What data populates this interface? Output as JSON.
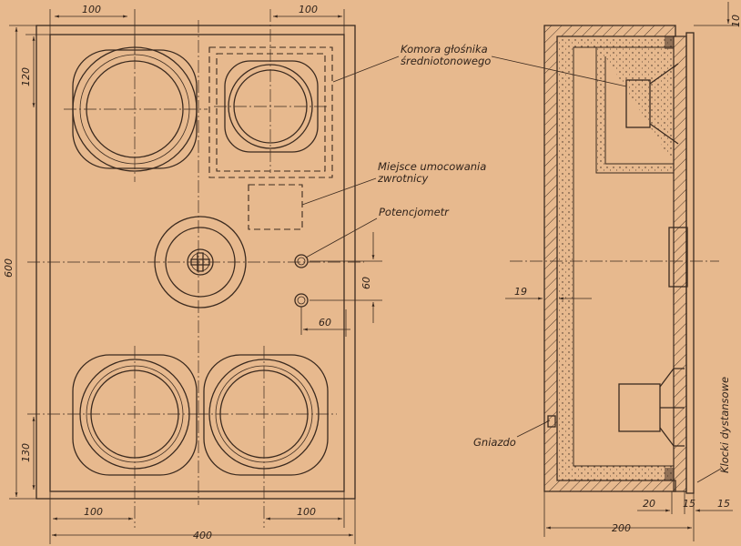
{
  "colors": {
    "paper": "#e7b98e",
    "ink": "#3b2a1f"
  },
  "labels": {
    "mid_chamber": [
      "Komora głośnika",
      "średniotonowego"
    ],
    "crossover": [
      "Miejsce umocowania",
      "zwrotnicy"
    ],
    "potentiometer": "Potencjometr",
    "socket": "Gniazdo",
    "spacers": "Klocki dystansowe"
  },
  "front_dims": {
    "top_left": "100",
    "top_right": "100",
    "left_top": "120",
    "height": "600",
    "left_bottom": "130",
    "bottom_left": "100",
    "bottom_right": "100",
    "width": "400",
    "pot_vertical": "60",
    "pot_horizontal": "60"
  },
  "side_dims": {
    "top": "10",
    "wall": "19",
    "d20": "20",
    "d15a": "15",
    "d15b": "15",
    "depth": "200"
  }
}
